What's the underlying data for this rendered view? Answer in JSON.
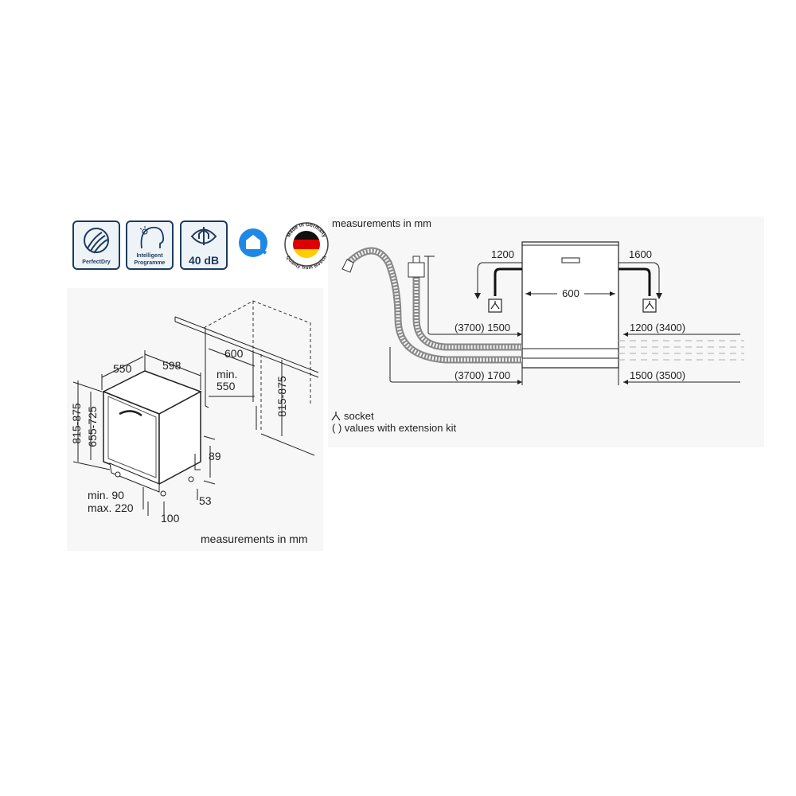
{
  "badges": {
    "perfect_dry": "PerfectDry",
    "intelligent_line1": "Intelligent",
    "intelligent_line2": "Programme",
    "noise": "40 dB",
    "made_in_germany_top": "Made in Germany",
    "made_in_germany_bottom": "Quality from Bosch",
    "icons": [
      "perfectdry-icon",
      "intelligent-programme-icon",
      "noise-level-icon",
      "home-connect-icon",
      "germany-flag-icon"
    ]
  },
  "left_diagram": {
    "depth_550": "550",
    "width_598": "598",
    "niche_600": "600",
    "min_label": "min.",
    "niche_min_550": "550",
    "height_815_875_left": "815-875",
    "height_655_725": "655-725",
    "height_815_875_right": "815-875",
    "dim_89": "89",
    "dim_53": "53",
    "plinth_min": "min. 90",
    "plinth_max": "max. 220",
    "dim_100": "100",
    "caption": "measurements in mm"
  },
  "right_diagram": {
    "title": "measurements in mm",
    "dim_1200_top": "1200",
    "dim_1600_top": "1600",
    "width_600": "600",
    "left_upper": "(3700) 1500",
    "right_upper": "1200 (3400)",
    "left_lower": "(3700) 1700",
    "right_lower": "1500 (3500)",
    "legend_socket": "socket",
    "legend_extension": "( ) values with extension kit"
  },
  "colors": {
    "badge_border": "#1f3b5c",
    "badge_fill": "#eef3f8",
    "home_connect": "#1e88e5",
    "flag_black": "#111111",
    "flag_red": "#dd0000",
    "flag_gold": "#ffce00"
  }
}
